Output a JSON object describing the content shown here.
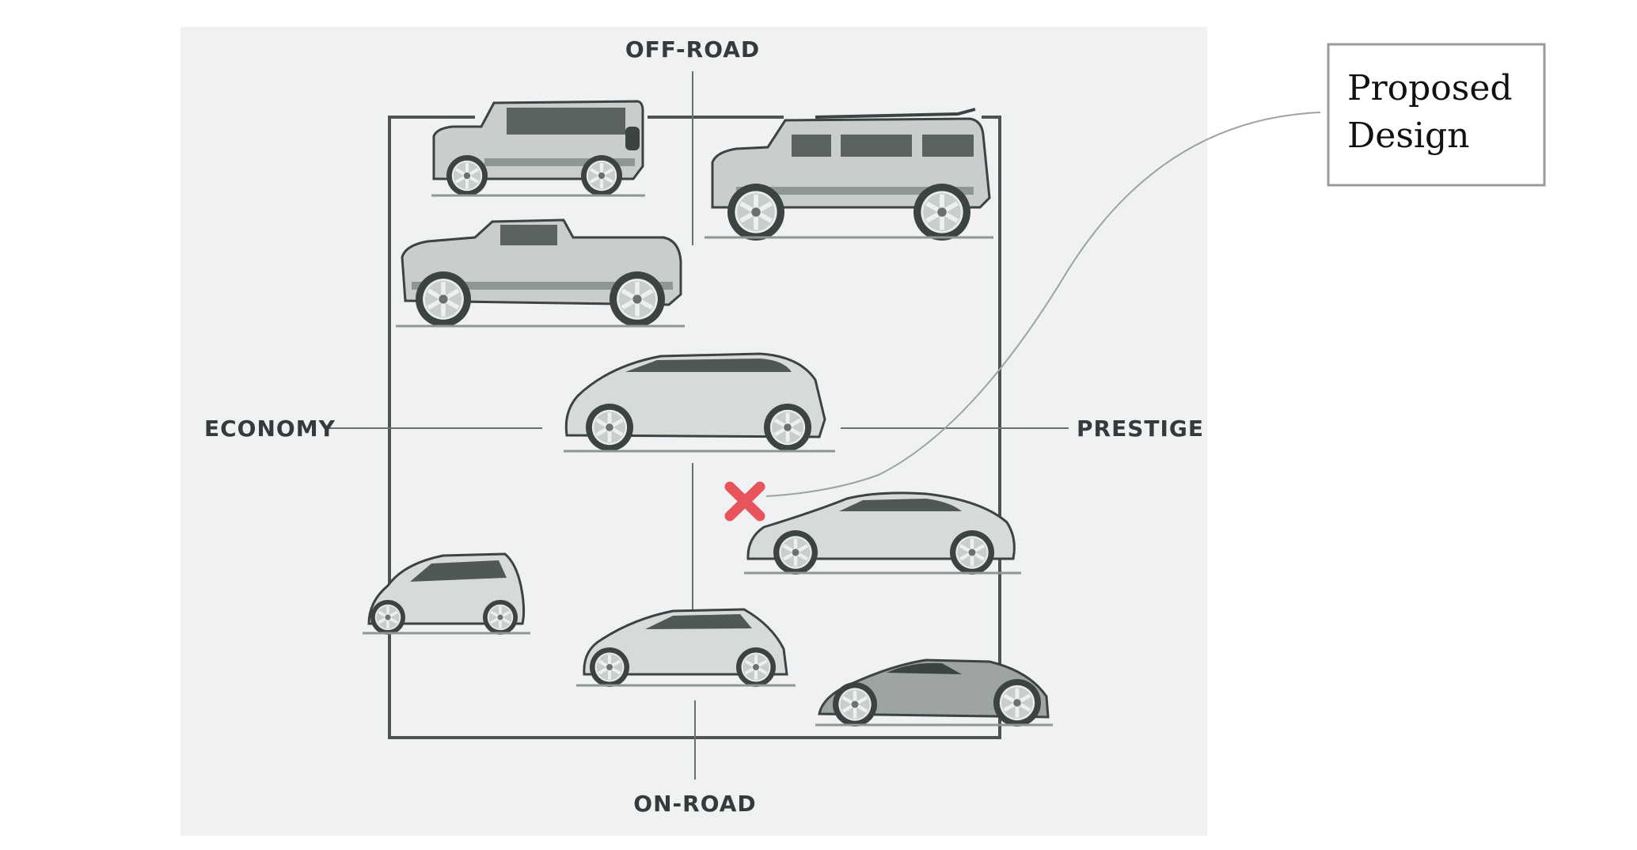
{
  "axes": {
    "top": "OFF-ROAD",
    "bottom": "ON-ROAD",
    "left": "ECONOMY",
    "right": "PRESTIGE"
  },
  "callout": {
    "line1": "Proposed",
    "line2": "Design"
  },
  "marker": {
    "color": "#e8545c",
    "icon": "x-mark-icon"
  },
  "vehicles": [
    "compact-suv",
    "large-luxury-suv",
    "pickup-truck",
    "minivan",
    "sport-coupe",
    "microcar",
    "hatchback",
    "supercar"
  ]
}
